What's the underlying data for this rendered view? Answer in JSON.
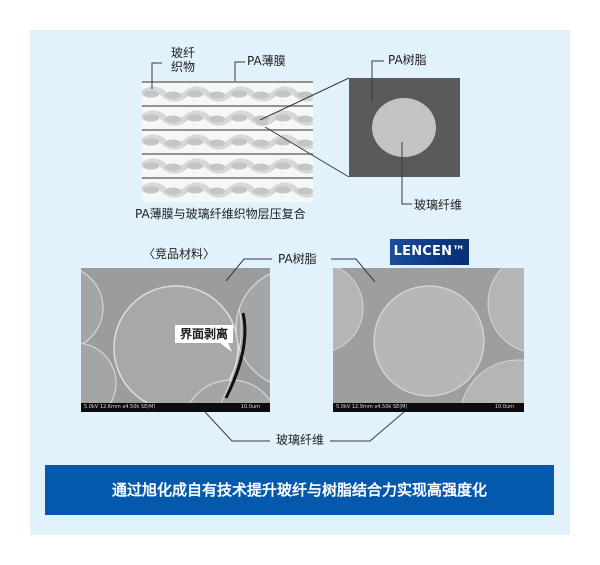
{
  "colors": {
    "panel_background": "#e2f2fc",
    "banner_background": "#0459ad",
    "banner_text": "#ffffff",
    "brand_badge_background": "#0d3a86",
    "resin_square": "#5a5a5a",
    "fiber_circle": "#c4c4c4",
    "callout_line": "#1e1e1e"
  },
  "top_diagram": {
    "labels": {
      "glass_fabric": "玻纤\n织物",
      "glass_fabric_line1": "玻纤",
      "glass_fabric_line2": "织物",
      "pa_film": "PA薄膜",
      "caption": "PA薄膜与玻璃纤维织物层压复合"
    },
    "layer_count": 5,
    "cross_section": {
      "resin_label": "PA树脂",
      "fiber_label": "玻璃纤维"
    }
  },
  "sem_comparison": {
    "competitor": {
      "title": "〈竞品材料〉",
      "callout": "界面剥离",
      "info_bar": "5.0kV 12.6mm x4.50k SE(M)",
      "scale": "10.0um"
    },
    "lencen": {
      "brand_badge": "LENCEN™",
      "info_bar": "5.0kV 12.9mm x4.50k SE(M)",
      "scale": "10.0um"
    },
    "shared_labels": {
      "resin": "PA树脂",
      "fiber": "玻璃纤维"
    }
  },
  "banner": {
    "text": "通过旭化成自有技术提升玻纤与树脂结合力实现高强度化"
  }
}
